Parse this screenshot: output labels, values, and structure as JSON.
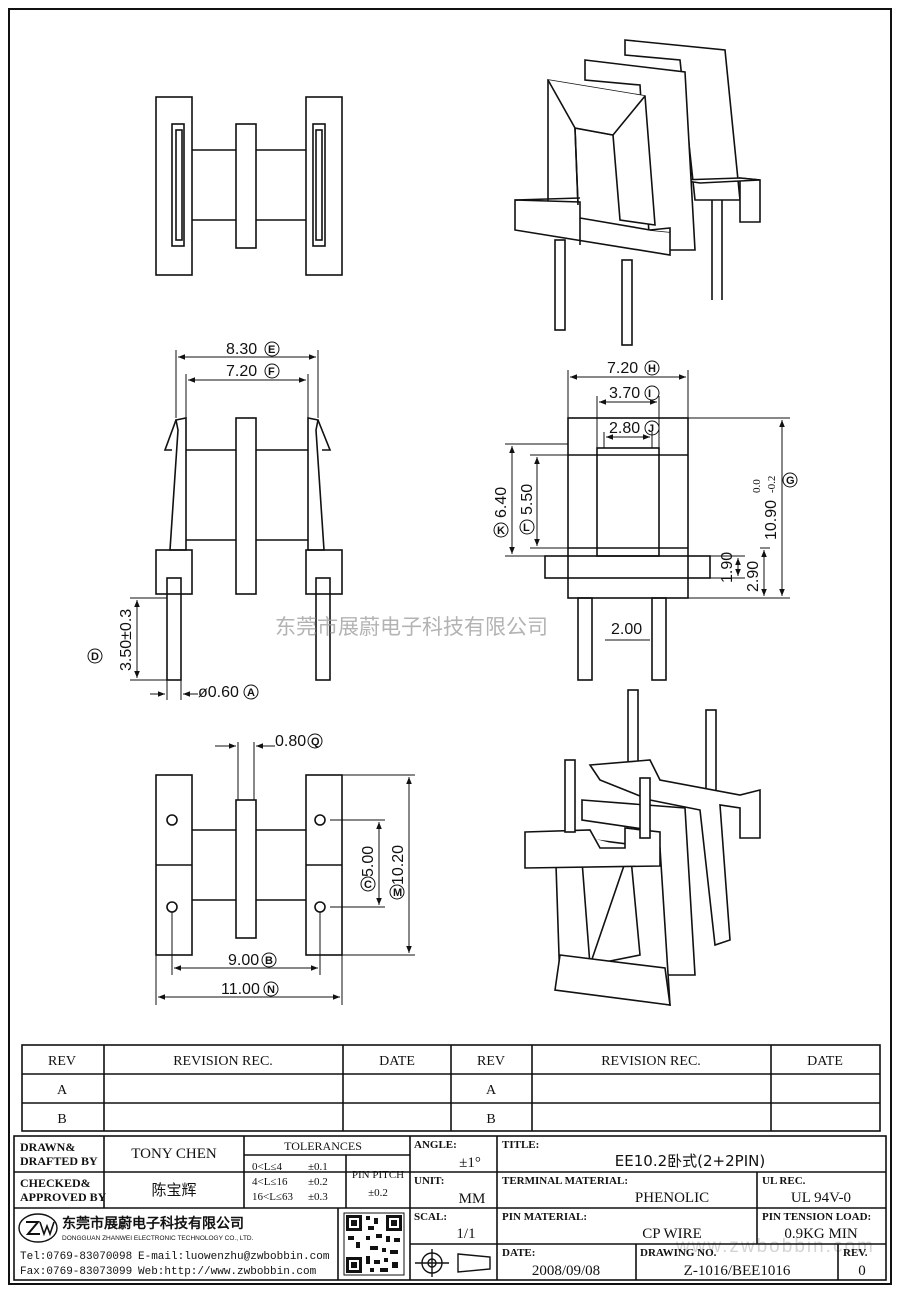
{
  "dimensions": {
    "d_830": "8.30",
    "d_830_tag": "E",
    "d_720_left": "7.20",
    "d_720_left_tag": "F",
    "d_350": "3.50±0.3",
    "d_350_tag": "D",
    "d_060": "ø0.60",
    "d_060_tag": "A",
    "d_720_right": "7.20",
    "d_720_right_tag": "H",
    "d_370": "3.70",
    "d_370_tag": "I",
    "d_280": "2.80",
    "d_280_tag": "J",
    "d_640": "6.40",
    "d_640_tag": "K",
    "d_550": "5.50",
    "d_550_tag": "L",
    "d_1090": "10.90",
    "d_1090_tol_upper": "0.0",
    "d_1090_tol_lower": "-0.2",
    "d_1090_tag": "G",
    "d_190": "1.90",
    "d_290": "2.90",
    "d_200": "2.00",
    "d_080": "0.80",
    "d_080_tag": "Q",
    "d_500": "5.00",
    "d_500_tag": "C",
    "d_1020": "10.20",
    "d_1020_tag": "M",
    "d_900": "9.00",
    "d_900_tag": "B",
    "d_1100": "11.00",
    "d_1100_tag": "N"
  },
  "watermark": "东莞市展蔚电子科技有限公司",
  "watermark_url": "www.zwbobbin.com",
  "revision_table": {
    "headers": [
      "REV",
      "REVISION REC.",
      "DATE",
      "REV",
      "REVISION REC.",
      "DATE"
    ],
    "rows": [
      [
        "A",
        "",
        "",
        "A",
        "",
        ""
      ],
      [
        "B",
        "",
        "",
        "B",
        "",
        ""
      ]
    ]
  },
  "title_block": {
    "drawn_label_1": "DRAWN&",
    "drawn_label_2": "DRAFTED BY",
    "drawn_value": "TONY CHEN",
    "checked_label_1": "CHECKED&",
    "checked_label_2": "APPROVED BY",
    "checked_value": "陈宝辉",
    "tolerances_label": "TOLERANCES",
    "tol_rows": [
      {
        "range": "0<L≤4",
        "tol": "±0.1"
      },
      {
        "range": "4<L≤16",
        "tol": "±0.2"
      },
      {
        "range": "16<L≤63",
        "tol": "±0.3"
      }
    ],
    "pin_pitch_label": "PIN PITCH",
    "pin_pitch_value": "±0.2",
    "angle_label": "ANGLE:",
    "angle_value": "±1°",
    "unit_label": "UNIT:",
    "unit_value": "MM",
    "scale_label": "SCAL:",
    "scale_value": "1/1",
    "title_label": "TITLE:",
    "title_value": "EE10.2卧式(2+2PIN)",
    "terminal_label": "TERMINAL MATERIAL:",
    "terminal_value": "PHENOLIC",
    "ul_label": "UL REC.",
    "ul_value": "UL 94V-0",
    "pin_material_label": "PIN MATERIAL:",
    "pin_material_value": "CP WIRE",
    "tension_label": "PIN TENSION LOAD:",
    "tension_value": "0.9KG MIN",
    "date_label": "DATE:",
    "date_value": "2008/09/08",
    "drawing_no_label": "DRAWING NO.",
    "drawing_no_value": "Z-1016/BEE1016",
    "rev_label": "REV.",
    "rev_value": "0",
    "company_cn": "东莞市展蔚电子科技有限公司",
    "company_en": "DONGGUAN ZHANWEI ELECTRONIC TECHNOLOGY CO., LTD.",
    "tel": "Tel:0769-83070098",
    "email": "E-mail:luowenzhu@zwbobbin.com",
    "fax": "Fax:0769-83073099",
    "web": "Web:http://www.zwbobbin.com"
  }
}
